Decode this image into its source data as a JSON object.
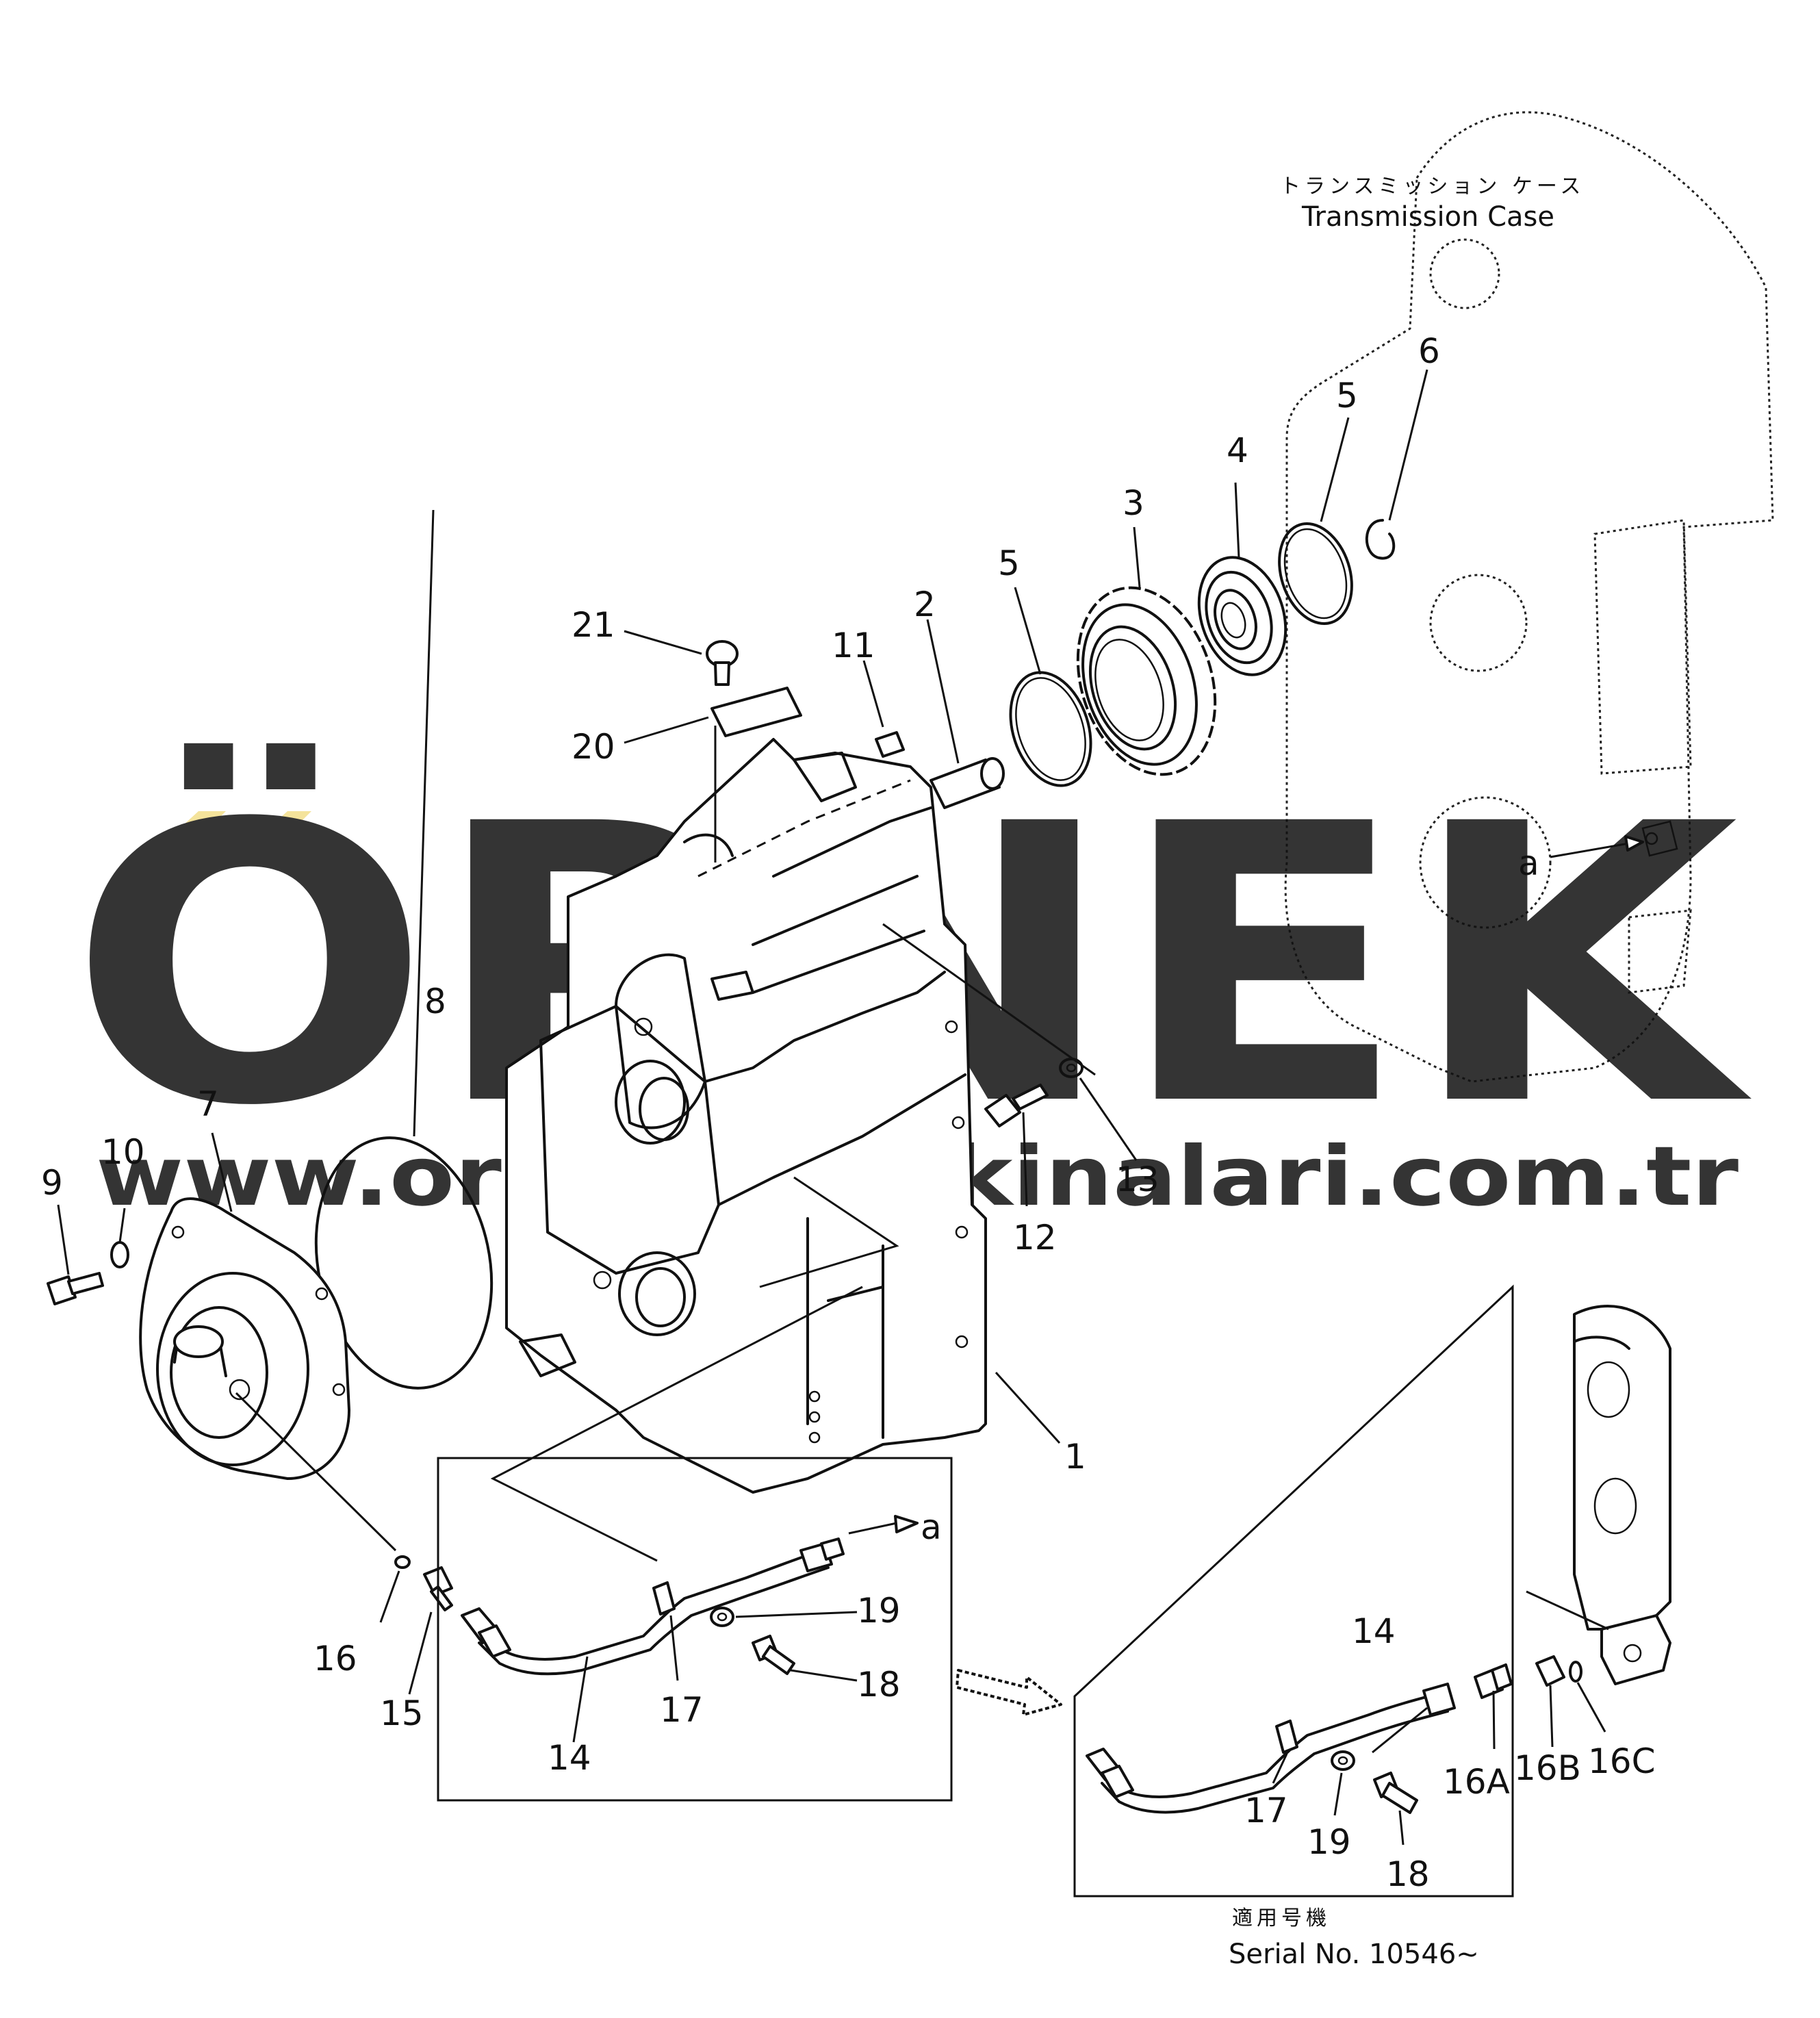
{
  "labels": {
    "case_jp": "トランスミッション ケース",
    "case_en": "Transmission Case",
    "serial_jp": "適用号機",
    "serial_en": "Serial No. 10546~",
    "ref_top": "a",
    "ref_pipe": "a"
  },
  "callouts": {
    "p1": "1",
    "p2": "2",
    "p3": "3",
    "p4": "4",
    "p5a": "5",
    "p5b": "5",
    "p6": "6",
    "p7": "7",
    "p8": "8",
    "p9": "9",
    "p10": "10",
    "p11": "11",
    "p12": "12",
    "p13": "13",
    "p14a": "14",
    "p14b": "14",
    "p15": "15",
    "p16": "16",
    "p16A": "16A",
    "p16B": "16B",
    "p16C": "16C",
    "p17a": "17",
    "p17b": "17",
    "p18a": "18",
    "p18b": "18",
    "p19a": "19",
    "p19b": "19",
    "p20": "20",
    "p21": "21"
  },
  "watermark": {
    "brand": "ÖRNEK",
    "url": "www.ornekismakinalari.com.tr",
    "color": "#d6d3d8",
    "accent": "#f3df8a"
  }
}
